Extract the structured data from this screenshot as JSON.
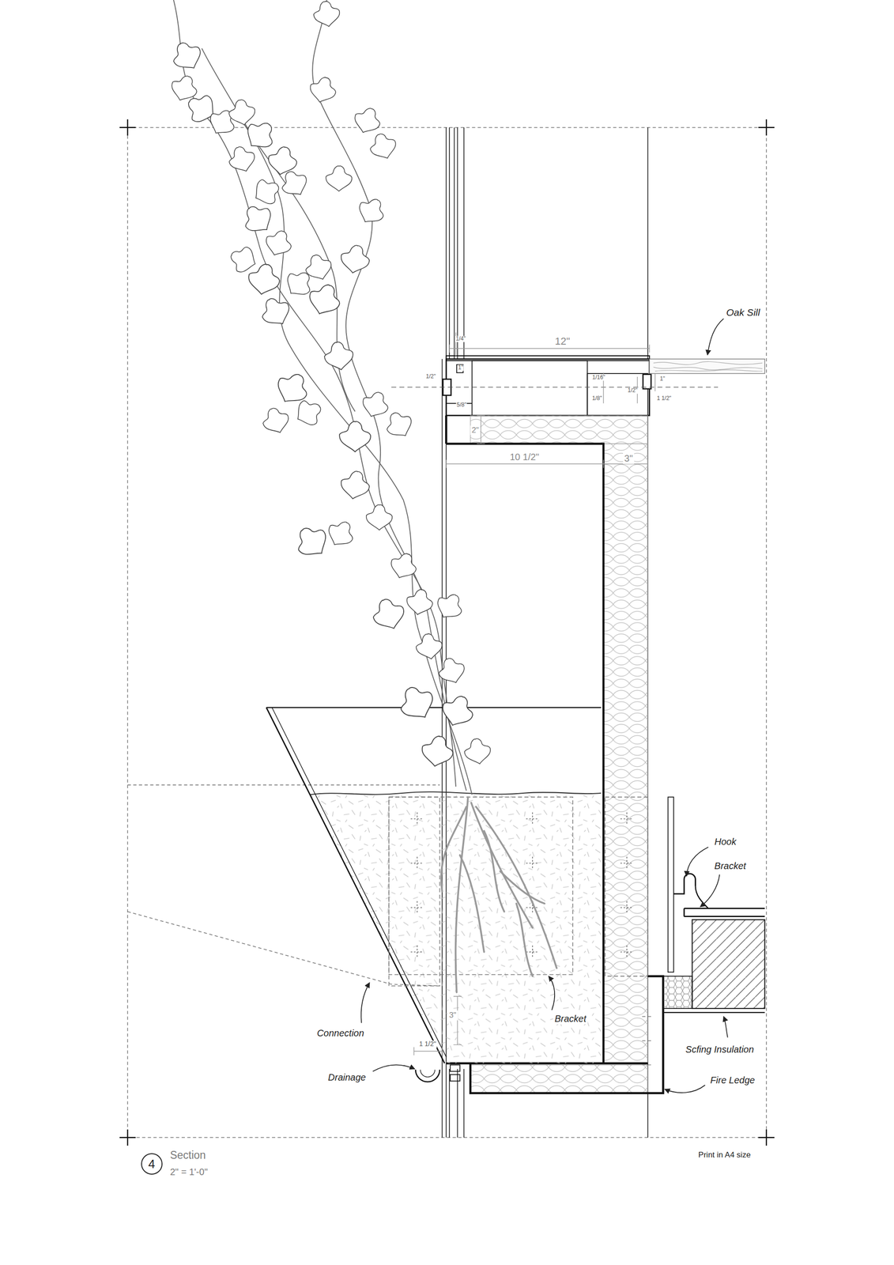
{
  "diagram": {
    "nodes": [
      {
        "text": [
          "4"
        ]
      }
    ],
    "labels": [
      "Oak Sill",
      "12\"",
      "1/4\"",
      "1/2\"",
      "1\"",
      "5/8\"",
      "1/16\"",
      "1/8\"",
      "1/2\"",
      "1\"",
      "1 1/2\"",
      "2\"",
      "10 1/2\"",
      "3\"",
      "Hook",
      "Bracket",
      "Bracket",
      "3\"",
      "Connection",
      "1 1/2\"",
      "Scfing Insulation",
      "Drainage",
      "Fire Ledge",
      "Section",
      "2\" = 1'-0\"",
      "Print in A4 size"
    ]
  }
}
